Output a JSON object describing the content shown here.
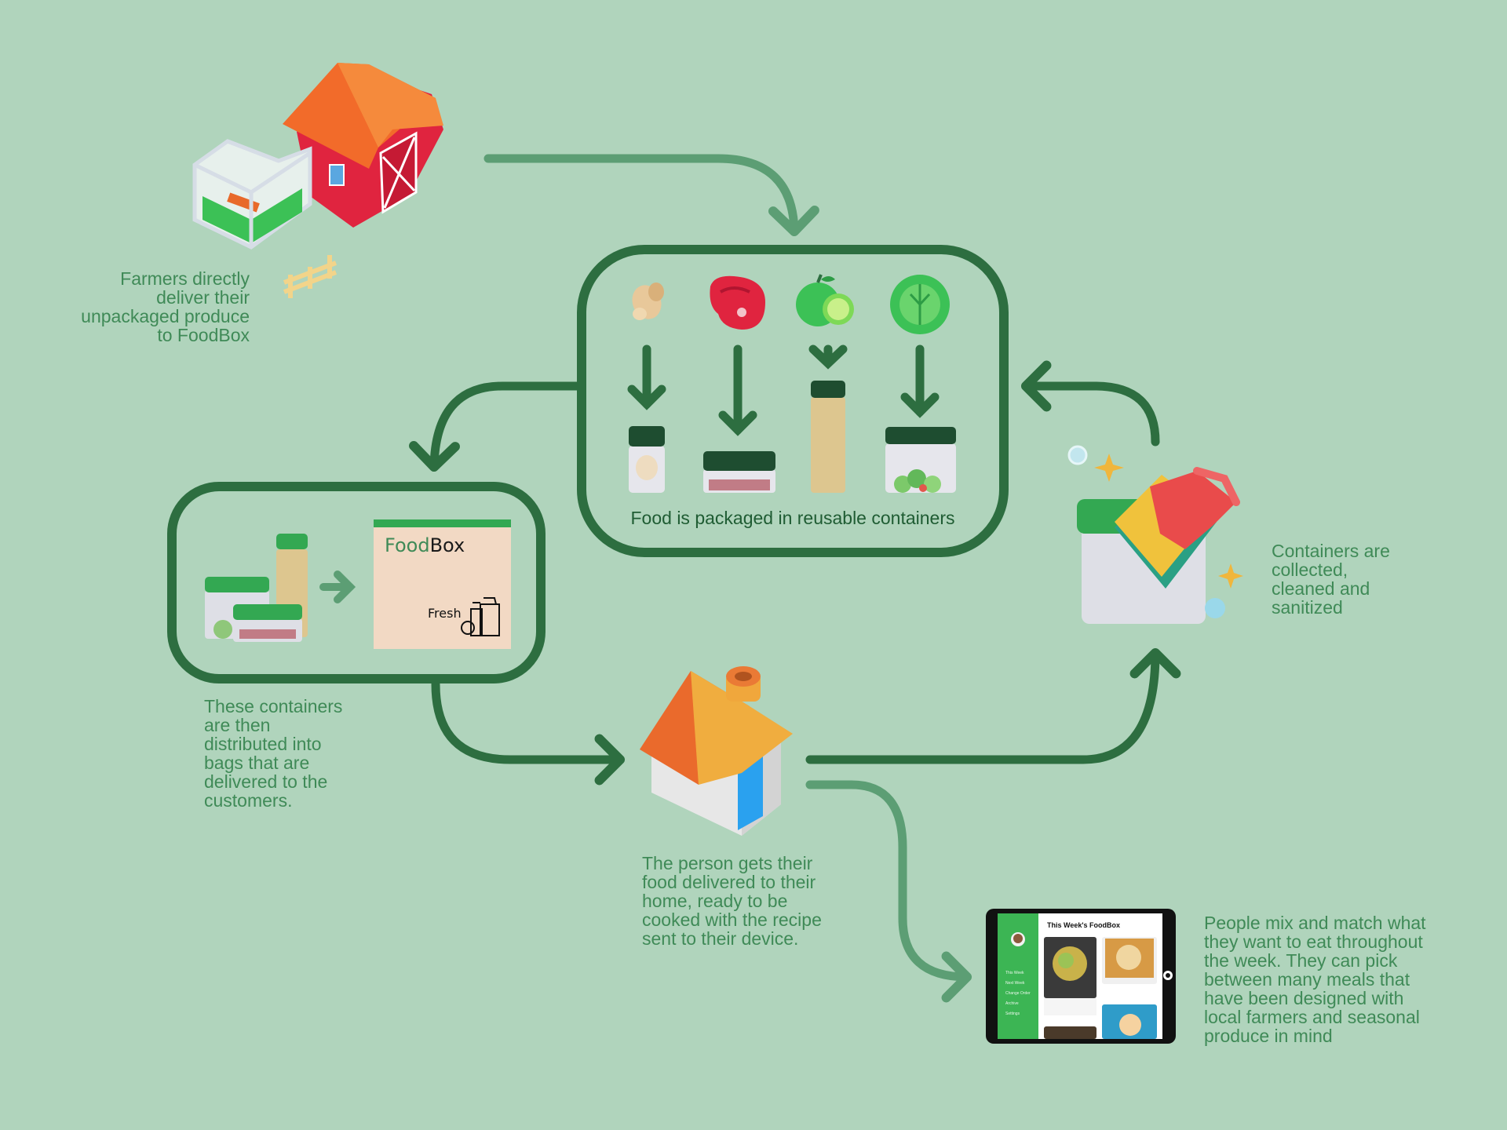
{
  "captions": {
    "farm": "Farmers directly\ndeliver their\nunpackaged produce\nto FoodBox",
    "packaging": "Food is packaged in reusable containers",
    "distribution": "These containers\nare then\ndistributed into\nbags that are\ndelivered to the\ncustomers.",
    "home": "The person gets their\nfood delivered to their\nhome, ready to be\ncooked with the recipe\nsent to their device.",
    "cleaning": "Containers are\ncollected,\ncleaned and\nsanitized",
    "device": "People mix and match what\nthey want to eat throughout\nthe week. They can pick\nbetween many meals that\nhave been designed with\nlocal farmers and seasonal\nproduce in mind"
  },
  "bag": {
    "brand_part1": "Food",
    "brand_part2": "Box",
    "tag": "Fresh"
  },
  "tablet": {
    "title": "This Week's FoodBox",
    "menu": [
      "This Week",
      "Next Week",
      "Change Order",
      "Archive",
      "Settings"
    ]
  },
  "colors": {
    "background": "#b0d4bc",
    "dark_green": "#2d6e40",
    "light_arrow": "#5c9e74",
    "text_green": "#3f8a57",
    "accent_green": "#33a852",
    "orange": "#e8692a",
    "red": "#e0243f"
  }
}
